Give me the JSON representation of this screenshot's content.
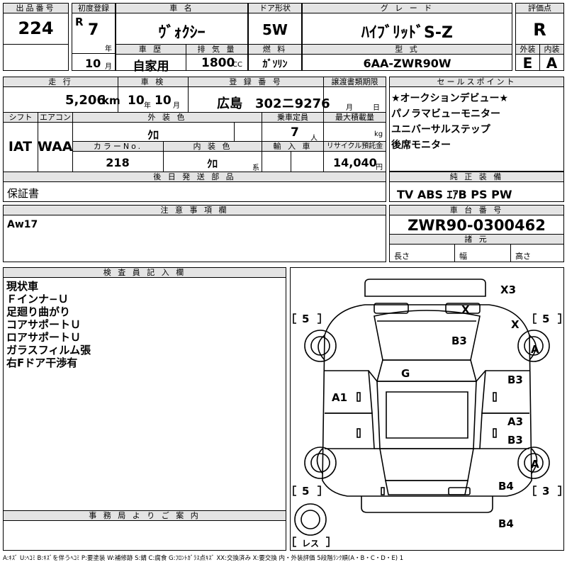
{
  "header": {
    "lot_no_label": "出品番号",
    "lot_no": "224",
    "first_reg_label": "初度登録",
    "era": "R",
    "year": "7",
    "year_unit": "年",
    "month": "10",
    "month_unit": "月",
    "car_name_label": "車 名",
    "car_name": "ｳﾞｫｸｼｰ",
    "history_label": "車 歴",
    "history": "自家用",
    "disp_label": "排 気 量",
    "disp": "1800",
    "disp_unit": "CC",
    "door_label": "ドア形状",
    "door": "5W",
    "fuel_label": "燃 料",
    "fuel": "ｶﾞｿﾘﾝ",
    "grade_label": "グ レ ー ド",
    "grade": "ﾊｲﾌﾞﾘｯﾄﾞS-Z",
    "model_label": "型 式",
    "model": "6AA-ZWR90W",
    "score_label": "評価点",
    "score": "R",
    "ext_label": "外装",
    "ext": "E",
    "int_label": "内装",
    "int": "A"
  },
  "row2": {
    "mileage_label": "走 行",
    "mileage": "5,206",
    "mileage_unit": "km",
    "inspection_label": "車 検",
    "insp_year": "10",
    "insp_year_unit": "年",
    "insp_month": "10",
    "insp_month_unit": "月",
    "reg_label": "登 録 番 号",
    "reg_area": "広島",
    "reg_no": "302ニ9276",
    "transfer_label": "譲渡書類期限",
    "transfer_month": "月",
    "transfer_day": "日",
    "shift_label": "シフト",
    "shift": "IAT",
    "ac_label": "エアコン",
    "ac": "WAA",
    "color_label": "外 装 色",
    "color": "ｸﾛ",
    "capacity_label": "乗車定員",
    "capacity": "7",
    "capacity_unit": "人",
    "load_label": "最大積載量",
    "load_unit": "kg",
    "color_no_label": "カラーNo.",
    "color_no": "218",
    "interior_label": "内 装 色",
    "interior": "ｸﾛ",
    "interior_unit": "系",
    "import_label": "輸 入 車",
    "recycle_label": "リサイクル預託金",
    "recycle": "14,040",
    "recycle_unit": "円"
  },
  "sales": {
    "label": "セールスポイント",
    "items": [
      "★オークションデビュー★",
      "パノラマビューモニター",
      "ユニバーサルステップ",
      "後席モニター"
    ]
  },
  "later": {
    "label": "後 日 発 送 部 品",
    "value": "保証書"
  },
  "equip": {
    "label": "純 正 装 備",
    "value": "TV ABS ｴｱB PS PW"
  },
  "notes": {
    "label": "注 意 事 項 欄",
    "value": "Aw17"
  },
  "chassis": {
    "label": "車 台 番 号",
    "value": "ZWR90-0300462",
    "spec_label": "諸 元",
    "len": "長さ",
    "wid": "幅",
    "hgt": "高さ"
  },
  "inspector": {
    "label": "検 査 員 記 入 欄",
    "lines": [
      "現状車",
      "Ｆインナ−Ｕ",
      "足廻り曲がり",
      "コアサポートＵ",
      "ロアサポートＵ",
      "ガラスフィルム張",
      "右Fドア干渉有"
    ]
  },
  "office": {
    "label": "事 務 局 よ り ご 案 内"
  },
  "legend": "A:ｷｽﾞ U:ﾍｺﾐ B:ｷｽﾞを伴うﾍｺﾐ P:要塗装 W:補修跡 S:錆 C:腐食 G:ﾌﾛﾝﾄｶﾞﾗｽ点ｷｽﾞ XX:交換済み X:要交換 内・外装評価 5段階ﾗﾝｸ順(A・B・C・D・E) 1",
  "diagram": {
    "marks": {
      "x3": "X3",
      "x_hood": "X",
      "x_fr": "X",
      "b3_hood": "B3",
      "a_fr": "A",
      "g": "G",
      "a1": "A1",
      "b3_rdoor": "B3",
      "a3": "A3",
      "b3_rear": "B3",
      "a_rr": "A",
      "b4_rear": "B4",
      "b4_bumper": "B4",
      "tire_fl": "5",
      "tire_fr": "5",
      "tire_rl": "5",
      "tire_rr": "3",
      "spare": "レス"
    }
  }
}
